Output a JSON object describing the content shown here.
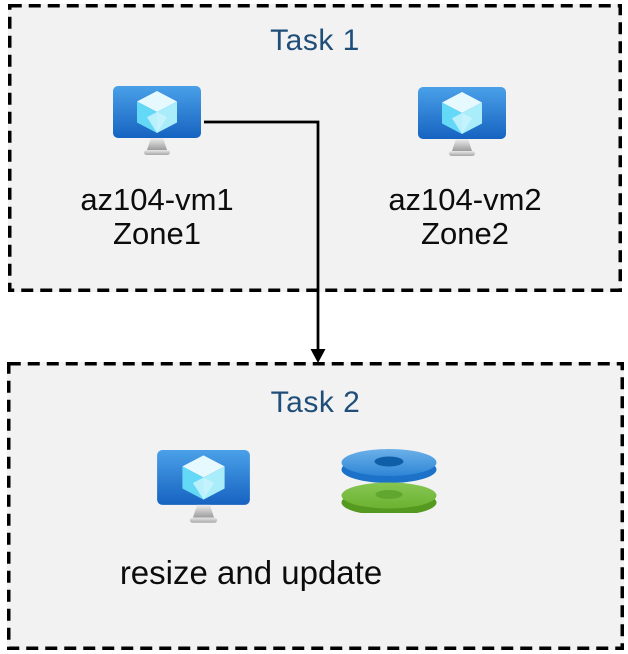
{
  "colors": {
    "page_background": "#ffffff",
    "box_fill": "#f2f2f2",
    "box_border": "#000000",
    "title_text": "#1f4e79",
    "label_text": "#0c0c0c",
    "arrow": "#000000",
    "vm_screen_top": "#4aa0e8",
    "vm_screen_bottom": "#1663c1",
    "disk_blue_top": "#4f9ddf",
    "disk_blue_side": "#1b72c8",
    "disk_green_top": "#7abd41",
    "disk_green_side": "#559920"
  },
  "task1": {
    "title": "Task 1",
    "vms": [
      {
        "name": "az104-vm1",
        "zone": "Zone1"
      },
      {
        "name": "az104-vm2",
        "zone": "Zone2"
      }
    ]
  },
  "task2": {
    "title": "Task 2",
    "caption": "resize and update"
  },
  "icons": {
    "vm": "azure-virtual-machine-icon",
    "disks": "managed-disks-icon",
    "arrow": "down-arrow-connector"
  }
}
